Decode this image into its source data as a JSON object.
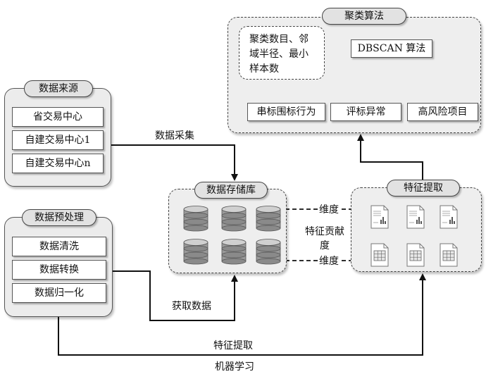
{
  "clustering": {
    "title": "聚类算法",
    "params_lines": [
      "聚类数目、邻",
      "域半径、最小",
      "样本数"
    ],
    "algorithm": "DBSCAN 算法",
    "outputs": [
      "串标围标行为",
      "评标异常",
      "高风险项目"
    ]
  },
  "data_source": {
    "title": "数据来源",
    "items": [
      "省交易中心",
      "自建交易中心1",
      "自建交易中心n"
    ]
  },
  "preprocess": {
    "title": "数据预处理",
    "items": [
      "数据清洗",
      "数据转换",
      "数据归一化"
    ]
  },
  "storage": {
    "title": "数据存储库"
  },
  "features": {
    "title": "特征提取"
  },
  "edges": {
    "collect": "数据采集",
    "fetch": "获取数据",
    "extract": "特征提取",
    "ml": "机器学习",
    "dim_top": "维度",
    "contrib_lines": [
      "特征贡献",
      "度"
    ],
    "dim_bottom": "维度"
  },
  "icons": {
    "db": "database-icon",
    "doc": "document-chart-icon",
    "table": "table-document-icon"
  }
}
